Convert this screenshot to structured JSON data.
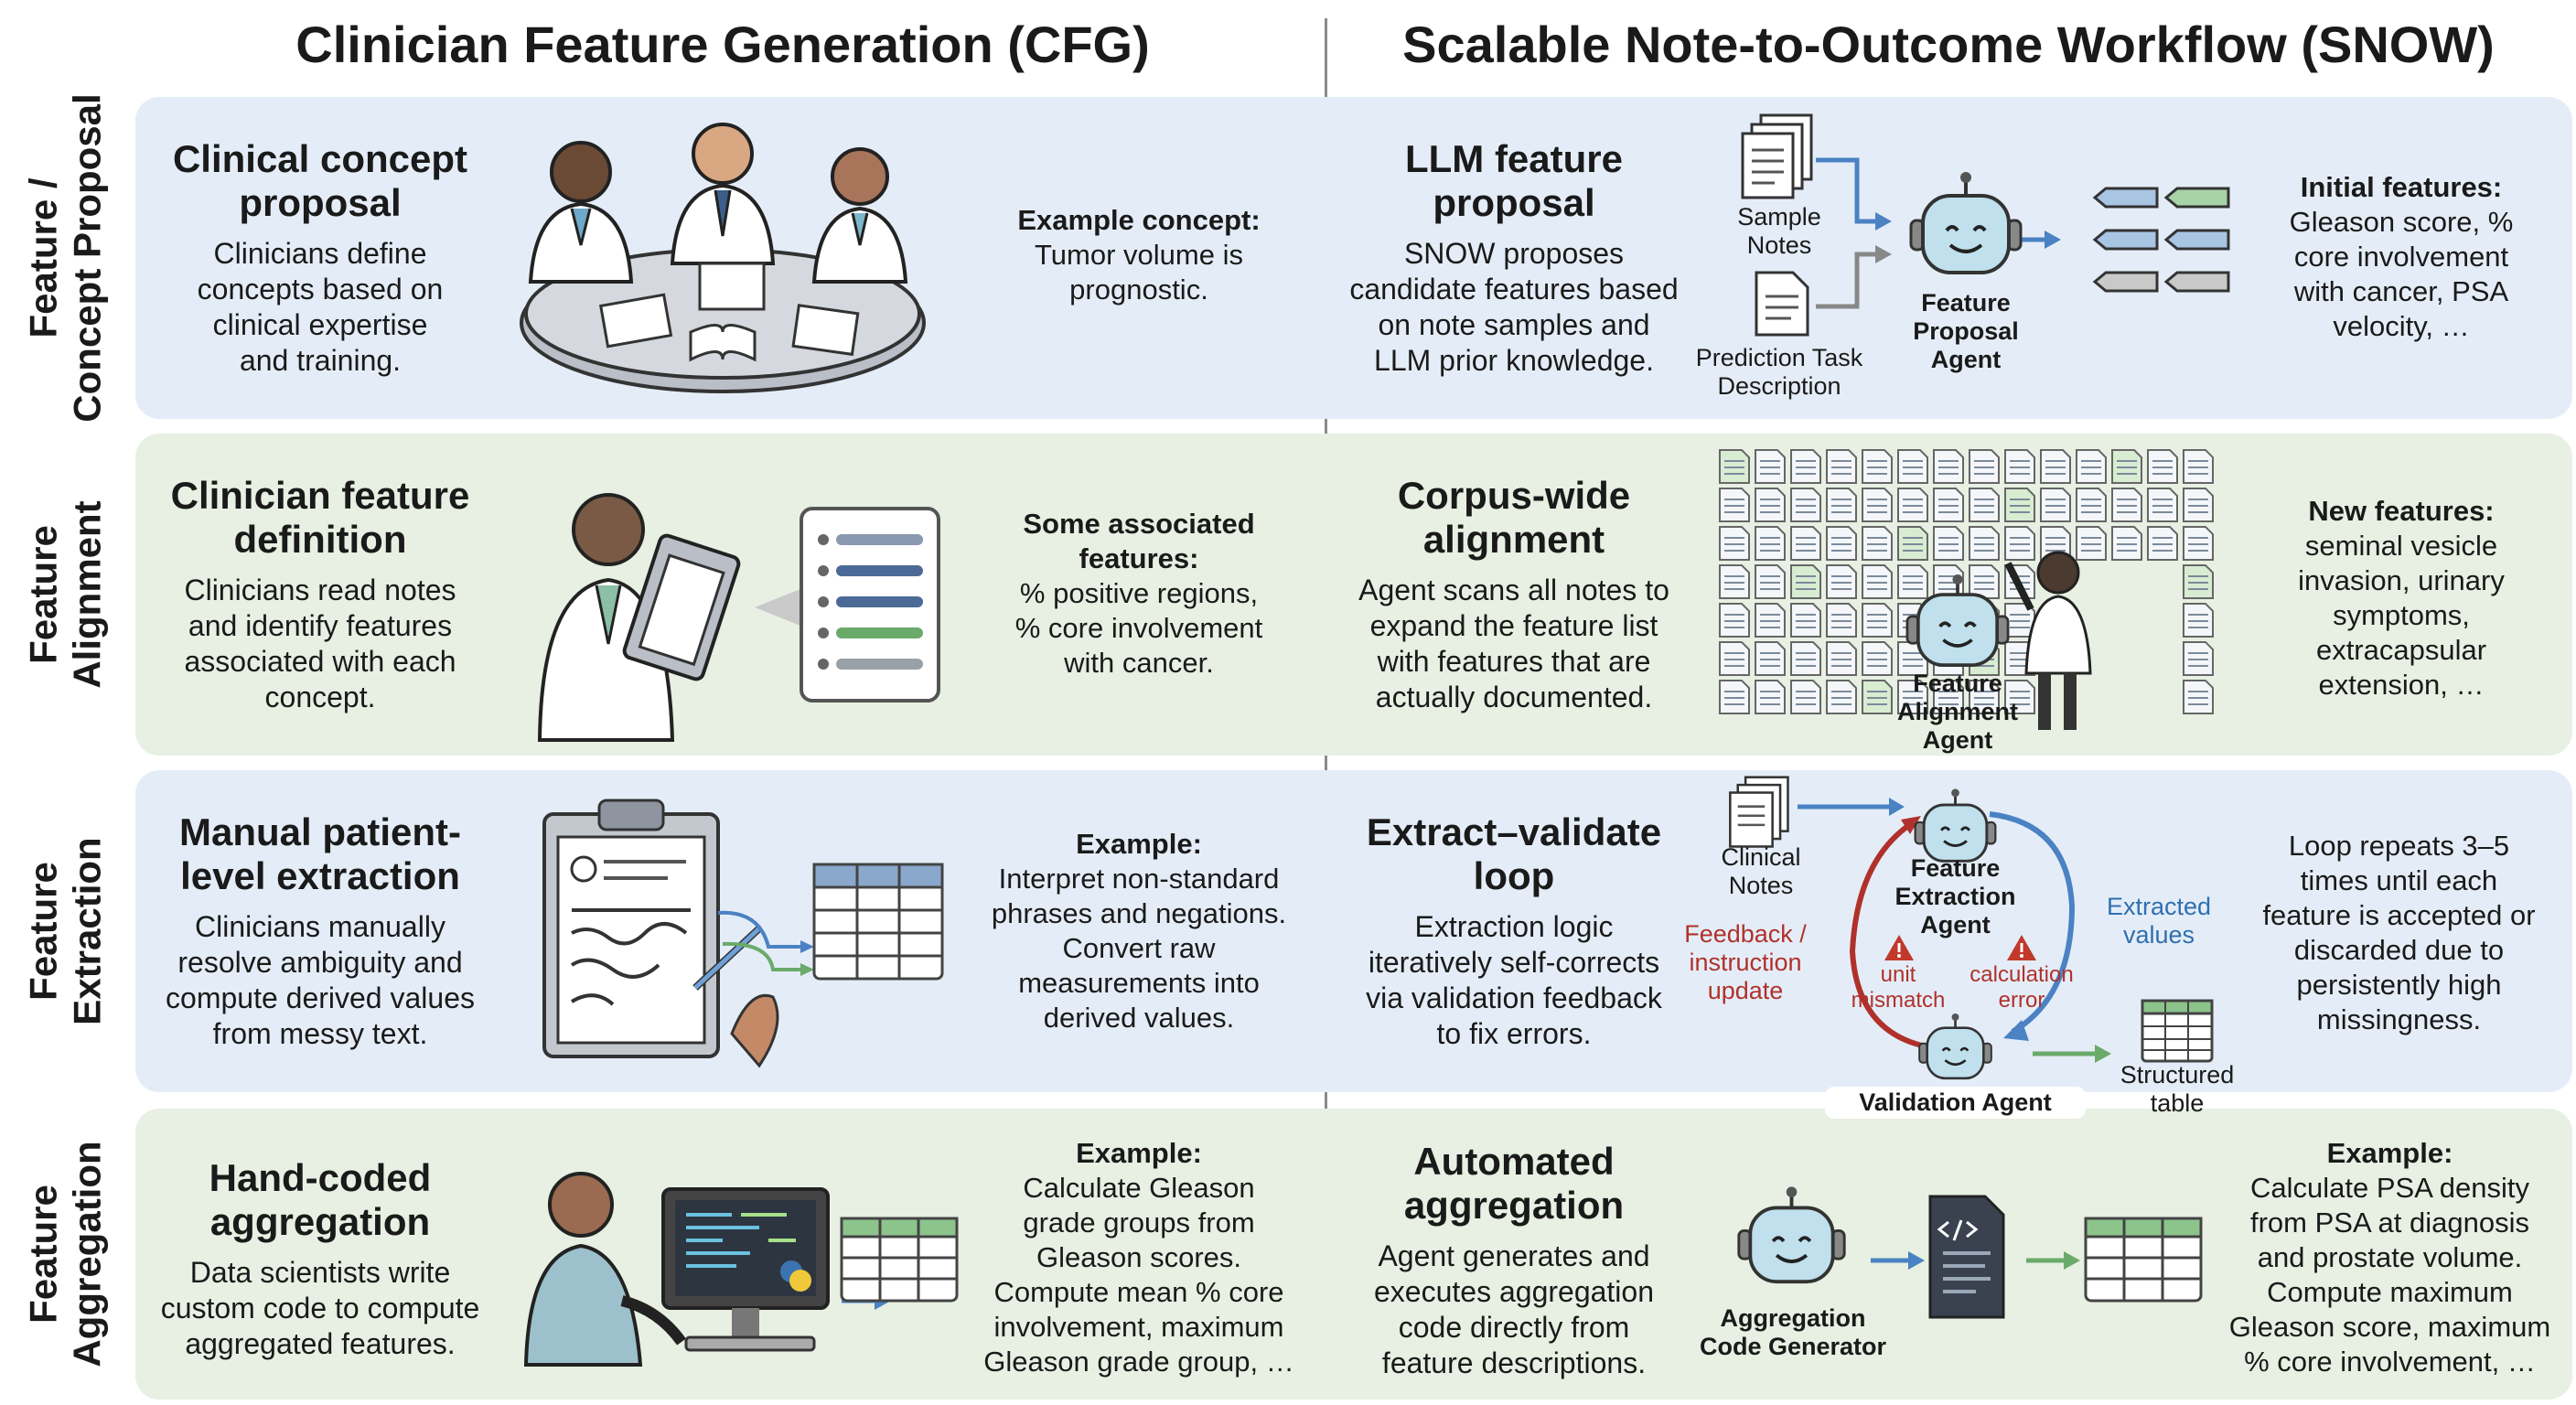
{
  "headers": {
    "left": "Clinician Feature Generation (CFG)",
    "right": "Scalable Note-to-Outcome Workflow (SNOW)"
  },
  "rows": [
    {
      "label": [
        "Feature /",
        "Concept Proposal"
      ],
      "cfg": {
        "title": [
          "Clinical concept",
          "proposal"
        ],
        "body": [
          "Clinicians define",
          "concepts based on",
          "clinical expertise",
          "and training."
        ],
        "example_heading": "Example concept:",
        "example_text": [
          "Tumor volume is",
          "prognostic."
        ]
      },
      "snow": {
        "title": [
          "LLM feature",
          "proposal"
        ],
        "body": [
          "SNOW proposes",
          "candidate features based",
          "on note samples and",
          "LLM prior knowledge."
        ],
        "input_1": [
          "Sample",
          "Notes"
        ],
        "input_2": [
          "Prediction Task",
          "Description"
        ],
        "agent": [
          "Feature",
          "Proposal",
          "Agent"
        ],
        "result_heading": "Initial features:",
        "result_text": [
          "Gleason score, %",
          "core involvement",
          "with cancer, PSA",
          "velocity, …"
        ]
      }
    },
    {
      "label": [
        "Feature",
        "Alignment"
      ],
      "cfg": {
        "title": [
          "Clinician feature",
          "definition"
        ],
        "body": [
          "Clinicians read notes",
          "and identify features",
          "associated with each",
          "concept."
        ],
        "example_heading": [
          "Some associated",
          "features:"
        ],
        "example_text": [
          "% positive regions,",
          "% core involvement",
          "with cancer."
        ]
      },
      "snow": {
        "title": [
          "Corpus-wide",
          "alignment"
        ],
        "body": [
          "Agent scans all notes to",
          "expand the feature list",
          "with features that are",
          "actually documented."
        ],
        "agent": [
          "Feature",
          "Alignment",
          "Agent"
        ],
        "result_heading": "New features:",
        "result_text": [
          "seminal vesicle",
          "invasion, urinary",
          "symptoms,",
          "extracapsular",
          "extension, …"
        ]
      }
    },
    {
      "label": [
        "Feature",
        "Extraction"
      ],
      "cfg": {
        "title": [
          "Manual patient-",
          "level extraction"
        ],
        "body": [
          "Clinicians manually",
          "resolve ambiguity and",
          "compute derived values",
          "from messy text."
        ],
        "example_heading": "Example:",
        "example_text": [
          "Interpret non-standard",
          "phrases and negations.",
          "Convert raw",
          "measurements into",
          "derived values."
        ]
      },
      "snow": {
        "title": [
          "Extract–validate",
          "loop"
        ],
        "body": [
          "Extraction logic",
          "iteratively self-corrects",
          "via validation feedback",
          "to fix errors."
        ],
        "input": [
          "Clinical",
          "Notes"
        ],
        "extraction_agent": [
          "Feature",
          "Extraction",
          "Agent"
        ],
        "validation_agent": "Validation Agent",
        "feedback": [
          "Feedback /",
          "instruction",
          "update"
        ],
        "extracted": [
          "Extracted",
          "values"
        ],
        "error_1": [
          "unit",
          "mismatch"
        ],
        "error_2": [
          "calculation",
          "error"
        ],
        "output": [
          "Structured",
          "table"
        ],
        "result_text": [
          "Loop repeats 3–5",
          "times until each",
          "feature is accepted or",
          "discarded due to",
          "persistently high",
          "missingness."
        ]
      }
    },
    {
      "label": [
        "Feature",
        "Aggregation"
      ],
      "cfg": {
        "title": [
          "Hand-coded",
          "aggregation"
        ],
        "body": [
          "Data scientists write",
          "custom code to compute",
          "aggregated features."
        ],
        "example_heading": "Example:",
        "example_text": [
          "Calculate Gleason",
          "grade groups from",
          "Gleason scores.",
          "Compute mean % core",
          "involvement, maximum",
          "Gleason grade group, …"
        ]
      },
      "snow": {
        "title": [
          "Automated",
          "aggregation"
        ],
        "body": [
          "Agent generates and",
          "executes aggregation",
          "code directly from",
          "feature descriptions."
        ],
        "agent": [
          "Aggregation",
          "Code Generator"
        ],
        "result_heading": "Example:",
        "result_text": [
          "Calculate PSA density",
          "from PSA at diagnosis",
          "and prostate volume.",
          "Compute maximum",
          "Gleason score, maximum",
          "% core involvement, …"
        ]
      }
    }
  ],
  "colors": {
    "blue_band": "#e4edf7",
    "green_band": "#e7f0e2",
    "arrow_blue": "#4a82c3",
    "arrow_green": "#6aaa6a",
    "arrow_red": "#b0312b",
    "robot_face": "#bfe0ec"
  }
}
